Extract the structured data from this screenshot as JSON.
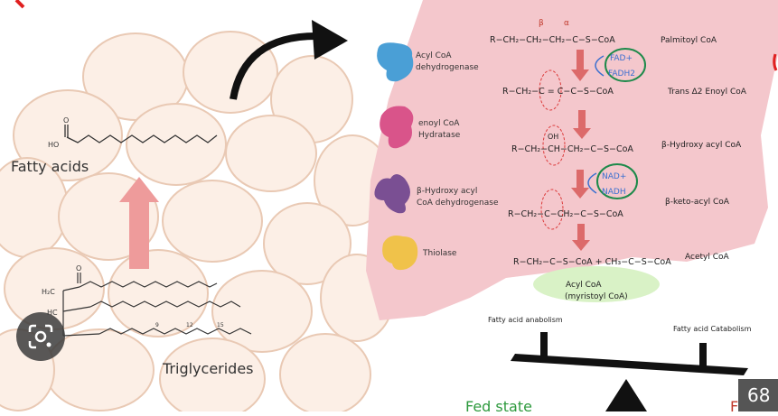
{
  "left_panel": {
    "fatty_acids_label": "Fatty acids",
    "triglycerides_label": "Triglycerides",
    "ho_label": "HO",
    "o_label": "O",
    "h2c_label": "H₂C",
    "hc_label": "HC",
    "carbon_numbers": [
      "9",
      "12",
      "15"
    ]
  },
  "enzymes": [
    {
      "name": "acyl-coa-dehydrogenase",
      "line1": "Acyl CoA",
      "line2": "dehydrogenase",
      "color": "#4a9fd6"
    },
    {
      "name": "enoyl-coa-hydratase",
      "line1": "enoyl CoA",
      "line2": "Hydratase",
      "color": "#d9548a"
    },
    {
      "name": "hydroxyacyl-coa-dehydrogenase",
      "line1": "β-Hydroxy acyl",
      "line2": "CoA dehydrogenase",
      "color": "#7a4f93"
    },
    {
      "name": "thiolase",
      "line1": "Thiolase",
      "line2": "",
      "color": "#f0c24a"
    }
  ],
  "pathway": {
    "beta": "β",
    "alpha": "α",
    "step1_formula": "R−CH₂−CH₂−CH₂−C−S−CoA",
    "step1_name": "Palmitoyl CoA",
    "fad_in": "FAD+",
    "fad_out": "FADH2",
    "step2_formula": "R−CH₂−C = C−C−S−CoA",
    "step2_name": "Trans Δ2 Enoyl CoA",
    "step3_formula": "R−CH₂−CH−CH₂−C−S−CoA",
    "step3_oh": "OH",
    "step3_name": "β-Hydroxy acyl CoA",
    "nad_in": "NAD+",
    "nad_out": "NADH",
    "step4_formula": "R−CH₂−C−CH₂−C−S−CoA",
    "step4_name": "β-keto-acyl CoA",
    "step5_formula": "R−CH₂−C−S−CoA + CH₃−C−S−CoA",
    "step5_name": "Acetyl CoA",
    "acyl_coa_label": "Acyl CoA",
    "myristoyl_label": "(myristoyl CoA)"
  },
  "balance": {
    "anabolism_label": "Fatty acid anabolism",
    "catabolism_label": "Fatty acid Catabolism",
    "fed_state": "Fed state",
    "right_cut_label": "F"
  },
  "overlay": {
    "lens_icon": "google-lens-icon",
    "badge_text": "68"
  },
  "colors": {
    "liver": "#f4c7cc",
    "fat_cell_fill": "#fcefe6",
    "fat_cell_stroke": "#e9c9b4",
    "arrow_red": "#dc6a6a",
    "up_arrow": "#ee9b9b",
    "circle_green": "#1d8a4a",
    "fad_text": "#3a6fd0",
    "fed_green": "#2e9a3e"
  }
}
